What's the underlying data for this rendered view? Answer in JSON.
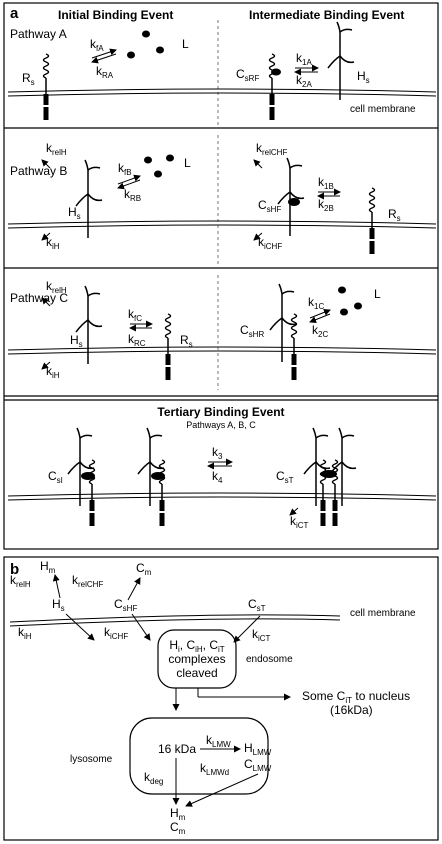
{
  "panel_a": {
    "label": "a",
    "col_initial": "Initial Binding Event",
    "col_intermediate": "Intermediate Binding Event",
    "pathway_a": {
      "title": "Pathway A",
      "rs": {
        "main": "R",
        "sub": "s"
      },
      "l": "L",
      "kf": {
        "main": "k",
        "sub": "fA"
      },
      "kr": {
        "main": "k",
        "sub": "RA"
      },
      "complex": {
        "main": "C",
        "sub": "sRF"
      },
      "k1": {
        "main": "k",
        "sub": "1A"
      },
      "k2": {
        "main": "k",
        "sub": "2A"
      },
      "hs": {
        "main": "H",
        "sub": "s"
      },
      "membrane": "cell membrane"
    },
    "pathway_b": {
      "title": "Pathway B",
      "krel": {
        "main": "k",
        "sub": "relH"
      },
      "kf": {
        "main": "k",
        "sub": "fB"
      },
      "kr": {
        "main": "k",
        "sub": "RB"
      },
      "l": "L",
      "hs": {
        "main": "H",
        "sub": "s"
      },
      "ki": {
        "main": "k",
        "sub": "iH"
      },
      "krel2": {
        "main": "k",
        "sub": "relCHF"
      },
      "complex": {
        "main": "C",
        "sub": "sHF"
      },
      "k1": {
        "main": "k",
        "sub": "1B"
      },
      "k2": {
        "main": "k",
        "sub": "2B"
      },
      "rs": {
        "main": "R",
        "sub": "s"
      },
      "ki2": {
        "main": "k",
        "sub": "iCHF"
      }
    },
    "pathway_c": {
      "title": "Pathway C",
      "krel": {
        "main": "k",
        "sub": "relH"
      },
      "kf": {
        "main": "k",
        "sub": "fC"
      },
      "kr": {
        "main": "k",
        "sub": "RC"
      },
      "hs": {
        "main": "H",
        "sub": "s"
      },
      "rs": {
        "main": "R",
        "sub": "s"
      },
      "ki": {
        "main": "k",
        "sub": "iH"
      },
      "complex": {
        "main": "C",
        "sub": "sHR"
      },
      "k1": {
        "main": "k",
        "sub": "1C"
      },
      "k2": {
        "main": "k",
        "sub": "2C"
      },
      "l": "L"
    },
    "tertiary": {
      "title": "Tertiary Binding Event",
      "subtitle": "Pathways A, B, C",
      "csi": {
        "main": "C",
        "sub": "sI"
      },
      "k3": {
        "main": "k",
        "sub": "3"
      },
      "k4": {
        "main": "k",
        "sub": "4"
      },
      "cst": {
        "main": "C",
        "sub": "sT"
      },
      "kict": {
        "main": "k",
        "sub": "iCT"
      }
    }
  },
  "panel_b": {
    "label": "b",
    "krelh": {
      "main": "k",
      "sub": "relH"
    },
    "hm": {
      "main": "H",
      "sub": "m"
    },
    "krelchf": {
      "main": "k",
      "sub": "relCHF"
    },
    "cm": {
      "main": "C",
      "sub": "m"
    },
    "hs": {
      "main": "H",
      "sub": "s"
    },
    "cshf": {
      "main": "C",
      "sub": "sHF"
    },
    "cst": {
      "main": "C",
      "sub": "sT"
    },
    "membrane": "cell membrane",
    "kih": {
      "main": "k",
      "sub": "iH"
    },
    "kichf": {
      "main": "k",
      "sub": "iCHF"
    },
    "kict": {
      "main": "k",
      "sub": "iCT"
    },
    "endo_hi": {
      "main": "H",
      "sub": "i"
    },
    "endo_cih": {
      "main": "C",
      "sub": "iH"
    },
    "endo_cit": {
      "main": "C",
      "sub": "iT"
    },
    "endo_line2": "complexes",
    "endo_line3": "cleaved",
    "endosome": "endosome",
    "nucleus_line1_pre": "Some C",
    "nucleus_line1_sub": "iT",
    "nucleus_line1_post": " to nucleus",
    "nucleus_line2": "(16kDa)",
    "lysosome": "lysosome",
    "kda": "16 kDa",
    "klmw": {
      "main": "k",
      "sub": "LMW"
    },
    "hlmw": {
      "main": "H",
      "sub": "LMW"
    },
    "klmwd": {
      "main": "k",
      "sub": "LMWd"
    },
    "clmw": {
      "main": "C",
      "sub": "LMW"
    },
    "kdeg": {
      "main": "k",
      "sub": "deg"
    },
    "hm2": {
      "main": "H",
      "sub": "m"
    },
    "cm2": {
      "main": "C",
      "sub": "m"
    }
  }
}
